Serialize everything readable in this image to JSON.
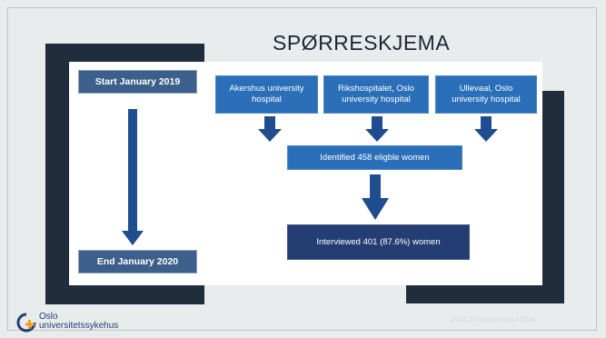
{
  "slide": {
    "title": "SPØRRESKJEMA",
    "footer": "2021 | Universitetet i Oslo"
  },
  "timeline": {
    "start_label": "Start January 2019",
    "end_label": "End January 2020"
  },
  "hospitals": [
    {
      "label": "Akershus university hospital"
    },
    {
      "label": "Rikshospitalet, Oslo university hospital"
    },
    {
      "label": "Ullevaal, Oslo university hospital"
    }
  ],
  "flow": {
    "identified": "Identified 458 eligble women",
    "interviewed": "Interviewed 401 (87.6%) women"
  },
  "logo": {
    "line1": "Oslo",
    "line2": "universitetssykehus",
    "icon": "oslo-university-hospital-logo-icon"
  },
  "colors": {
    "background": "#e9ecec",
    "dark_accent": "#1f2d3d",
    "timeline_box": "#3d5f8b",
    "blue_box": "#2c6fb9",
    "navy_box": "#243d72",
    "arrow": "#1f4d8f"
  }
}
